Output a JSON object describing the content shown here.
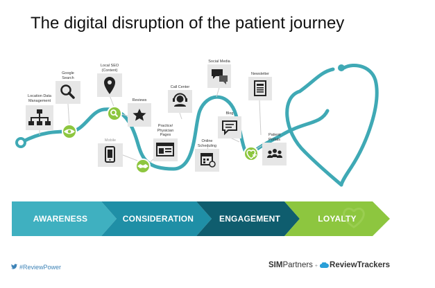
{
  "title": "The digital disruption of the patient journey",
  "touchpoints": [
    {
      "id": "location",
      "label": "Location Data\nManagement",
      "icon": "sitemap-icon"
    },
    {
      "id": "google",
      "label": "Google\nSearch",
      "icon": "magnifier-icon"
    },
    {
      "id": "seo",
      "label": "Local SEO\n(Content)",
      "icon": "map-pin-icon"
    },
    {
      "id": "reviews",
      "label": "Reviews",
      "icon": "star-icon"
    },
    {
      "id": "mobile",
      "label": "Mobile",
      "icon": "smartphone-icon"
    },
    {
      "id": "practice",
      "label": "Practice/\nPhysician\nPages",
      "icon": "web-page-icon"
    },
    {
      "id": "callcenter",
      "label": "Call Center",
      "icon": "headset-icon"
    },
    {
      "id": "scheduling",
      "label": "Online\nScheduling",
      "icon": "calendar-icon"
    },
    {
      "id": "social",
      "label": "Social Media",
      "icon": "chat-bubbles-icon"
    },
    {
      "id": "blog",
      "label": "Blog",
      "icon": "speech-bubble-icon"
    },
    {
      "id": "newsletter",
      "label": "Newsletter",
      "icon": "newsletter-icon"
    },
    {
      "id": "portals",
      "label": "Patient\nPortals",
      "icon": "people-icon"
    }
  ],
  "stages": [
    "AWARENESS",
    "CONSIDERATION",
    "ENGAGEMENT",
    "LOYALTY"
  ],
  "colors": {
    "teal_line": "#3fa9b5",
    "green_node": "#8dc63f",
    "box_gray": "#e6e6e6",
    "stage1": "#3fb0c0",
    "stage2": "#1f8fa6",
    "stage3": "#0f5d6e",
    "stage4": "#8dc63f"
  },
  "footer": {
    "hashtag": "#ReviewPower",
    "sim": "SIM",
    "partners": "Partners",
    "amp": "+",
    "reviewtrackers": "ReviewTrackers"
  }
}
